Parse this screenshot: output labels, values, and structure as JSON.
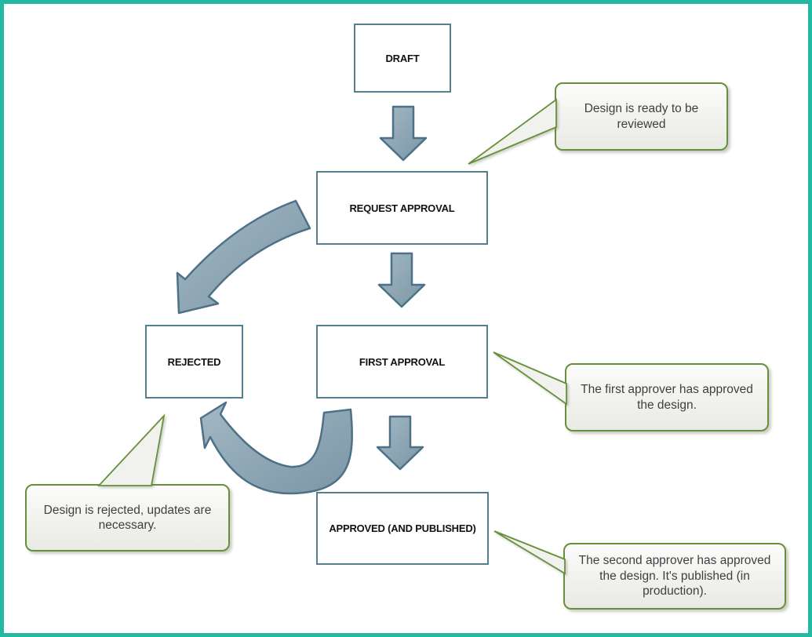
{
  "page": {
    "background": "#ffffff",
    "border_color": "#23b8a2"
  },
  "palette": {
    "node_border": "#567e91",
    "node_text": "#111111",
    "arrow_fill_light": "#a3b8c4",
    "arrow_fill_dark": "#7b96a6",
    "arrow_border": "#4d7187",
    "callout_border": "#67903b",
    "callout_text": "#3f3f3f"
  },
  "diagram": {
    "nodes": [
      {
        "id": "draft",
        "label": "DRAFT"
      },
      {
        "id": "request-approval",
        "label": "REQUEST APPROVAL"
      },
      {
        "id": "rejected",
        "label": "REJECTED"
      },
      {
        "id": "first-approval",
        "label": "FIRST APPROVAL"
      },
      {
        "id": "approved-published",
        "label": "APPROVED (AND PUBLISHED)"
      }
    ],
    "callouts": [
      {
        "id": "ready-review",
        "text": "Design is ready to be reviewed"
      },
      {
        "id": "first-approved",
        "text": "The first approver has approved the design."
      },
      {
        "id": "rejected-note",
        "text": "Design is rejected, updates are necessary."
      },
      {
        "id": "second-approved",
        "text": "The second approver has approved the design. It's published (in production)."
      }
    ],
    "arrows": [
      {
        "id": "draft-to-request",
        "type": "straight-down"
      },
      {
        "id": "request-to-rejected",
        "type": "curved"
      },
      {
        "id": "request-to-first",
        "type": "straight-down"
      },
      {
        "id": "first-to-rejected",
        "type": "curved"
      },
      {
        "id": "first-to-approved",
        "type": "straight-down"
      }
    ]
  }
}
